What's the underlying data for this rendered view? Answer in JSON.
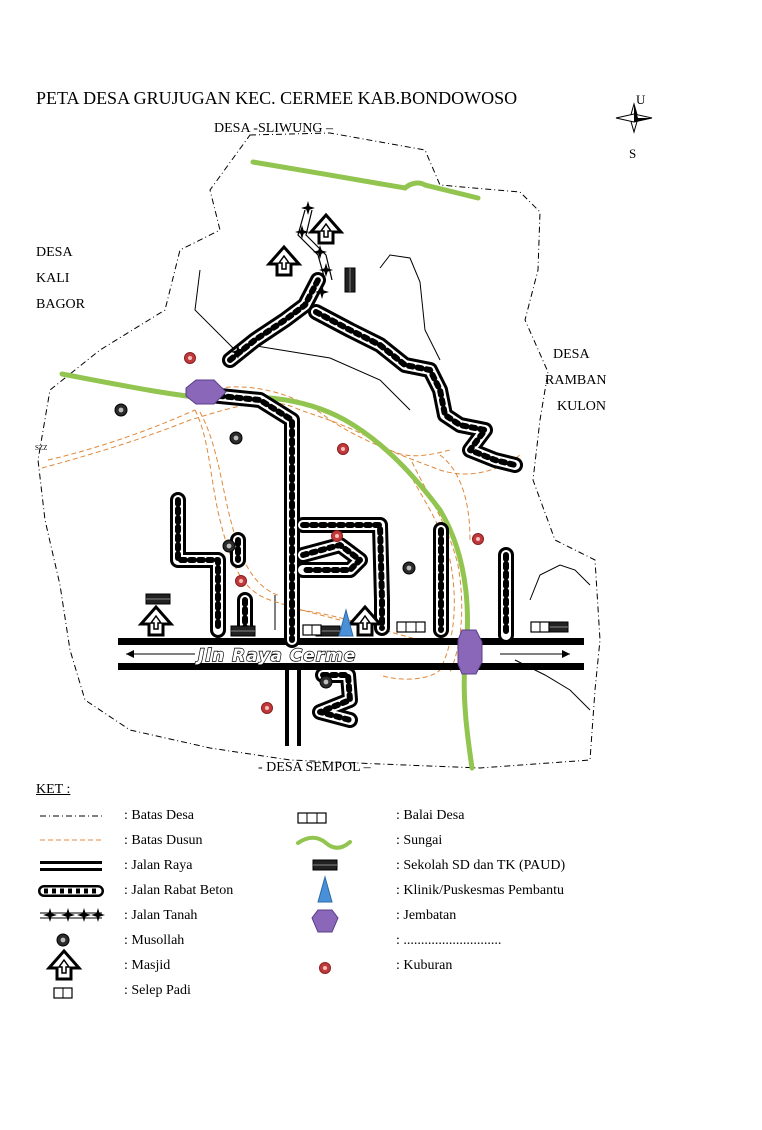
{
  "title": "PETA DESA GRUJUGAN KEC. CERMEE KAB.BONDOWOSO",
  "compass": {
    "north": "U",
    "south": "S"
  },
  "neighbors": {
    "north": "DESA -SLIWUNG –",
    "west": [
      "DESA",
      "KALI",
      "BAGOR"
    ],
    "east": [
      "DESA",
      "RAMBAN",
      "KULON"
    ],
    "south": "-   DESA SEMPOL –",
    "west_edge_mark": "SZZ"
  },
  "main_road_label": "Jln Raya Cerme",
  "legend": {
    "heading": "KET :",
    "left": [
      {
        "symbol": "boundary-village-line",
        "label": ": Batas Desa"
      },
      {
        "symbol": "boundary-hamlet-line",
        "label": ": Batas Dusun"
      },
      {
        "symbol": "main-road-line",
        "label": ": Jalan Raya"
      },
      {
        "symbol": "concrete-road-line",
        "label": ": Jalan Rabat Beton"
      },
      {
        "symbol": "dirt-road-line",
        "label": ": Jalan Tanah"
      },
      {
        "symbol": "musholla-icon",
        "label": ": Musollah"
      },
      {
        "symbol": "mosque-icon",
        "label": ": Masjid"
      },
      {
        "symbol": "rice-mill-icon",
        "label": ": Selep Padi"
      }
    ],
    "right": [
      {
        "symbol": "village-hall-icon",
        "label": ": Balai Desa"
      },
      {
        "symbol": "river-line",
        "label": ": Sungai"
      },
      {
        "symbol": "school-icon",
        "label": ": Sekolah SD dan TK (PAUD)"
      },
      {
        "symbol": "clinic-icon",
        "label": ": Klinik/Puskesmas Pembantu"
      },
      {
        "symbol": "bridge-icon",
        "label": ": Jembatan"
      },
      {
        "symbol": "blank",
        "label": ": ............................"
      },
      {
        "symbol": "cemetery-icon",
        "label": ": Kuburan"
      }
    ]
  },
  "colors": {
    "river": "#92c450",
    "hamlet_boundary": "#e0883a",
    "cemetery": "#c0393b",
    "bridge": "#8a67b8",
    "clinic": "#4a90d9"
  }
}
